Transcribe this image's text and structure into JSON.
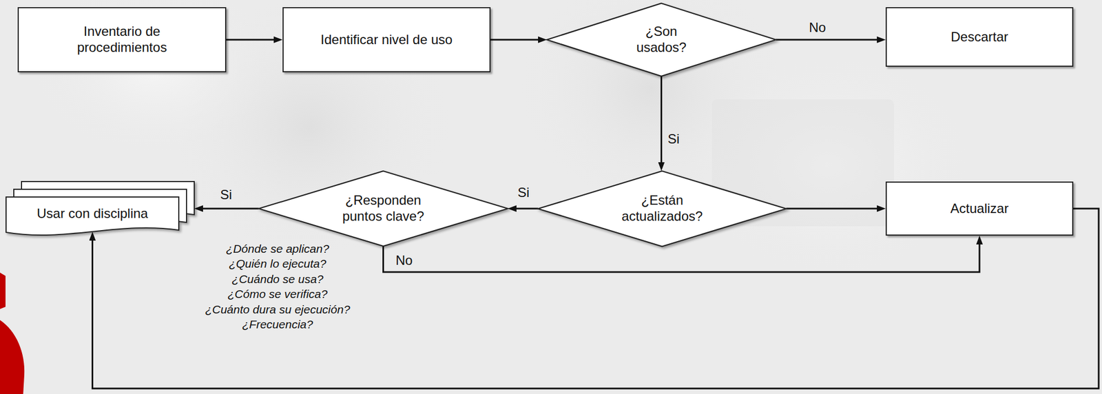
{
  "diagram": {
    "nodes": [
      {
        "text": [
          "Inventario de procedimientos"
        ]
      },
      {
        "text": [
          "Identificar nivel de uso"
        ]
      },
      {
        "text": [
          "¿Son usados?"
        ]
      },
      {
        "text": [
          "Descartar"
        ]
      },
      {
        "text": [
          "¿Están actualizados?"
        ]
      },
      {
        "text": [
          "Actualizar"
        ]
      },
      {
        "text": [
          "¿Responden puntos clave?"
        ]
      },
      {
        "text": [
          "Usar con disciplina"
        ]
      }
    ],
    "edges": [
      {
        "from": 0,
        "to": 1,
        "arrow": "to"
      },
      {
        "from": 1,
        "to": 2,
        "arrow": "to"
      },
      {
        "from": 2,
        "to": 3,
        "label": "No",
        "arrow": "to"
      },
      {
        "from": 2,
        "to": 4,
        "label": "Si",
        "arrow": "to"
      },
      {
        "from": 4,
        "to": 6,
        "label": "Si",
        "arrow": "to"
      },
      {
        "from": 4,
        "to": 5,
        "arrow": "to"
      },
      {
        "from": 6,
        "to": 7,
        "label": "Si",
        "arrow": "to"
      },
      {
        "from": 6,
        "to": 5,
        "label": "No",
        "arrow": "to"
      },
      {
        "from": 5,
        "to": 7,
        "arrow": "to"
      }
    ],
    "labels": [
      "¿Dónde se aplican?",
      "¿Quién lo ejecuta?",
      "¿Cuándo se usa?",
      "¿Cómo se verifica?",
      "¿Cuánto dura su ejecución?",
      "¿Frecuencia?"
    ]
  }
}
